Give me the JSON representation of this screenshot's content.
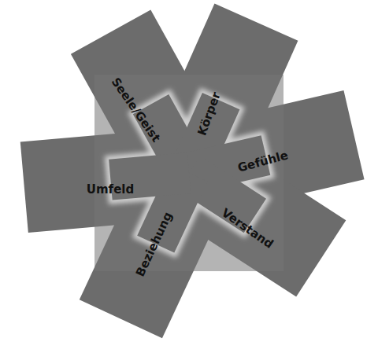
{
  "diagram": {
    "labels": [
      "Seele/Geist",
      "Körper",
      "Gefühle",
      "Umfeld",
      "Verstand",
      "Beziehung"
    ]
  }
}
